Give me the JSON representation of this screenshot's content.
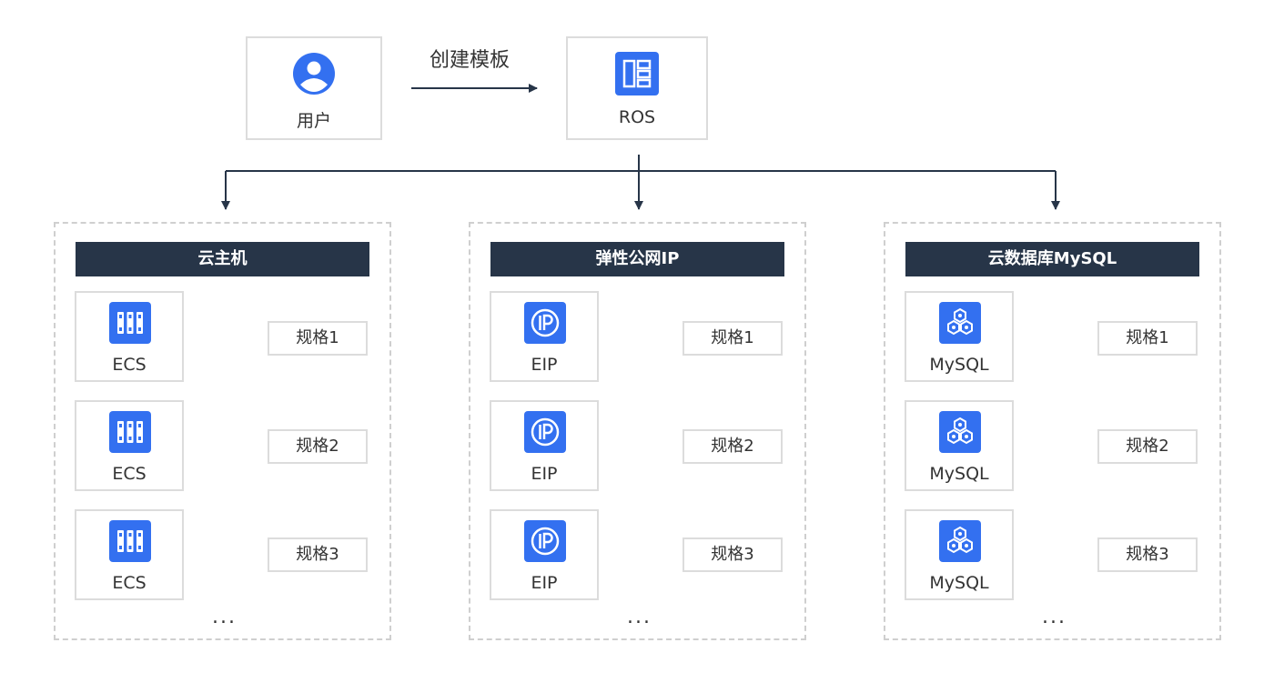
{
  "top": {
    "user": {
      "label": "用户",
      "icon": "user-icon"
    },
    "ros": {
      "label": "ROS",
      "icon": "template-grid-icon"
    },
    "edge_label": "创建模板"
  },
  "groups": [
    {
      "title": "云主机",
      "icon": "server-icon",
      "items": [
        {
          "label": "ECS",
          "spec": "规格1"
        },
        {
          "label": "ECS",
          "spec": "规格2"
        },
        {
          "label": "ECS",
          "spec": "规格3"
        }
      ],
      "more": "..."
    },
    {
      "title": "弹性公网IP",
      "icon": "ip-icon",
      "items": [
        {
          "label": "EIP",
          "spec": "规格1"
        },
        {
          "label": "EIP",
          "spec": "规格2"
        },
        {
          "label": "EIP",
          "spec": "规格3"
        }
      ],
      "more": "..."
    },
    {
      "title": "云数据库MySQL",
      "icon": "database-cubes-icon",
      "items": [
        {
          "label": "MySQL",
          "spec": "规格1"
        },
        {
          "label": "MySQL",
          "spec": "规格2"
        },
        {
          "label": "MySQL",
          "spec": "规格3"
        }
      ],
      "more": "..."
    }
  ],
  "colors": {
    "accent_blue": "#3370f0",
    "header_dark": "#273548",
    "border_gray": "#dcdcdc",
    "arrow": "#273548"
  }
}
